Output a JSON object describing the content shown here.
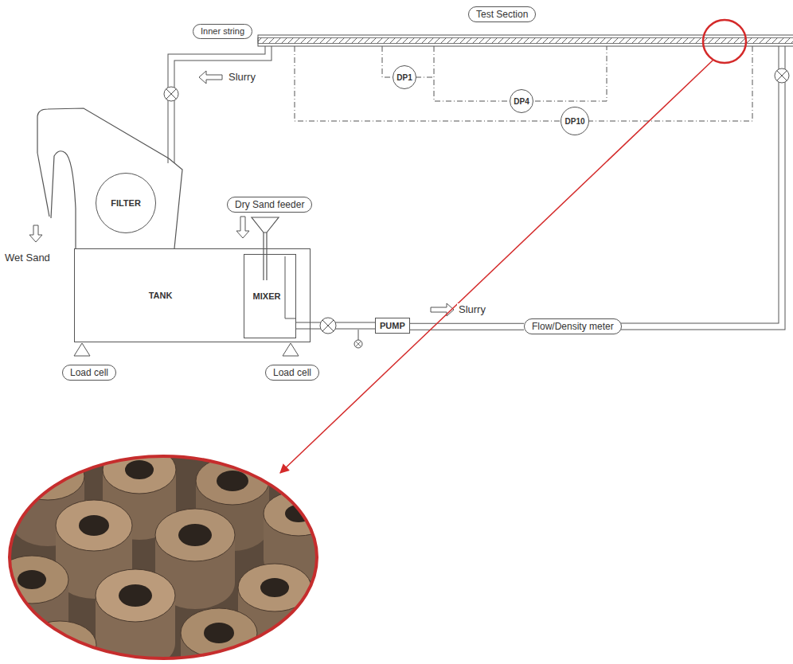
{
  "diagram": {
    "nodes": [
      {
        "text": [
          "Test Section"
        ]
      },
      {
        "text": [
          "Inner string"
        ]
      },
      {
        "text": [
          "DP1"
        ]
      },
      {
        "text": [
          "DP4"
        ]
      },
      {
        "text": [
          "DP10"
        ]
      },
      {
        "text": [
          "FILTER"
        ]
      },
      {
        "text": [
          "Dry Sand feeder"
        ]
      },
      {
        "text": [
          "TANK"
        ]
      },
      {
        "text": [
          "MIXER"
        ],
        "in": 7
      },
      {
        "text": [
          "PUMP"
        ]
      },
      {
        "text": [
          "Flow/Density meter"
        ]
      },
      {
        "text": [
          "Load cell"
        ]
      },
      {
        "text": [
          "Load cell"
        ]
      }
    ],
    "edges": [
      {
        "from": 8,
        "to": 9,
        "arrow": "none"
      },
      {
        "from": 9,
        "to": 10,
        "arrow": "none"
      }
    ],
    "labels": [
      "Slurry",
      "Slurry",
      "Wet Sand"
    ]
  }
}
